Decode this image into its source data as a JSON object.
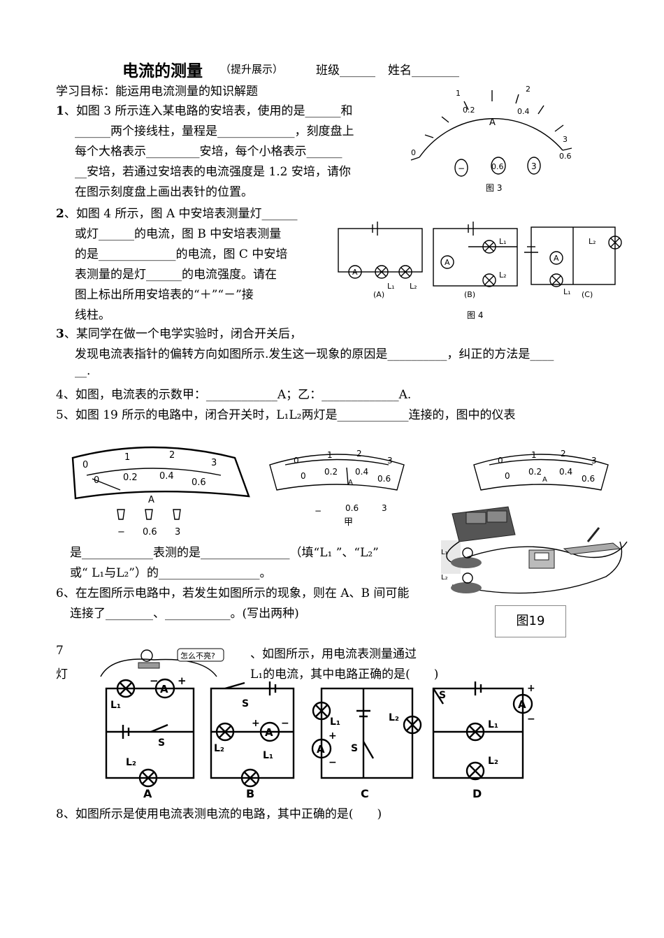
{
  "header": {
    "title": "电流的测量",
    "subtitle": "（提升展示）",
    "class_label": "班级______",
    "name_label": "姓名________"
  },
  "objective": "学习目标：能运用电流测量的知识解题",
  "q1": {
    "num": "1",
    "lines": [
      "、如图 3 所示连入某电路的安培表，使用的是______和",
      "______两个接线柱，量程是_____________，刻度盘上",
      "每个大格表示_________安培，每个小格表示______",
      "__安培，若通过安培表的电流强度是 1.2 安培，请你",
      "在图示刻度盘上画出表针的位置。"
    ]
  },
  "q2": {
    "num": "2",
    "lines": [
      "、如图 4 所示，图 A 中安培表测量灯______",
      "或灯______的电流，图 B 中安培表测量",
      "的是_____________的电流，图 C 中安培",
      "表测量的是灯______的电流强度。请在",
      "图上标出所用安培表的“＋”“－”接",
      "线柱。"
    ]
  },
  "q3": {
    "num": "3",
    "line1": "、某同学在做一个电学实验时，闭合开关后，",
    "line2": "发现电流表指针的偏转方向如图所示.发生这一现象的原因是__________，纠正的方法是____",
    "line3": "__."
  },
  "q4": {
    "num": "4",
    "text": "、如图，电流表的示数甲：____________A；乙：_____________A."
  },
  "q5": {
    "num": "5",
    "text": "、如图 19 所示的电路中，闭合开关时，L₁L₂两灯是____________连接的，图中的仪表",
    "line2": "是____________表测的是_______________（填“L₁ ”、“L₂”",
    "line3": "或“ L₁与L₂”）的_________________。"
  },
  "q6": {
    "num": "6",
    "text": "、在左图所示电路中，若发生如图所示的现象，则在 A、B 间可能",
    "line2": "连接了________、___________。(写出两种)"
  },
  "q7": {
    "num": "7",
    "left_word": "灯",
    "right1": "、如图所示，用电流表测量通过",
    "right2": "L₁的电流，其中电路正确的是(　　)",
    "bubble": "怎么不亮?"
  },
  "q8": {
    "num": "8",
    "text": "、如图所示是使用电流表测电流的电路，其中正确的是(　　)"
  },
  "fig3": {
    "caption": "图 3",
    "meter_letter": "A",
    "ticks": [
      "0",
      "0.2",
      "0.4",
      "0.6"
    ],
    "big_ticks": [
      "1",
      "2",
      "3"
    ],
    "terminals": [
      "−",
      "0.6",
      "3"
    ]
  },
  "fig4": {
    "caption": "图 4",
    "labels": [
      "(A)",
      "(B)",
      "(C)"
    ],
    "lamps": [
      "L₁",
      "L₂"
    ],
    "ammeter": "A"
  },
  "meters": {
    "top_scale": [
      "0",
      "1",
      "2",
      "3"
    ],
    "bottom_scale": [
      "0",
      "0.2",
      "0.4",
      "0.6"
    ],
    "meter1": {
      "unit": "A",
      "terminals": [
        "−",
        "0.6",
        "3"
      ]
    },
    "meter2": {
      "unit": "A",
      "terminals": [
        "−",
        "0.6",
        "3"
      ],
      "caption": "甲"
    },
    "meter3": {
      "unit": "A"
    }
  },
  "fig19": {
    "caption": "图19",
    "lamps": [
      "L₁",
      "L₂"
    ]
  },
  "fig7": {
    "options": [
      "A",
      "B",
      "C",
      "D"
    ],
    "lamps": [
      "L₁",
      "L₂"
    ],
    "switch": "S",
    "ammeter": "A",
    "plus": "+",
    "minus": "−"
  }
}
